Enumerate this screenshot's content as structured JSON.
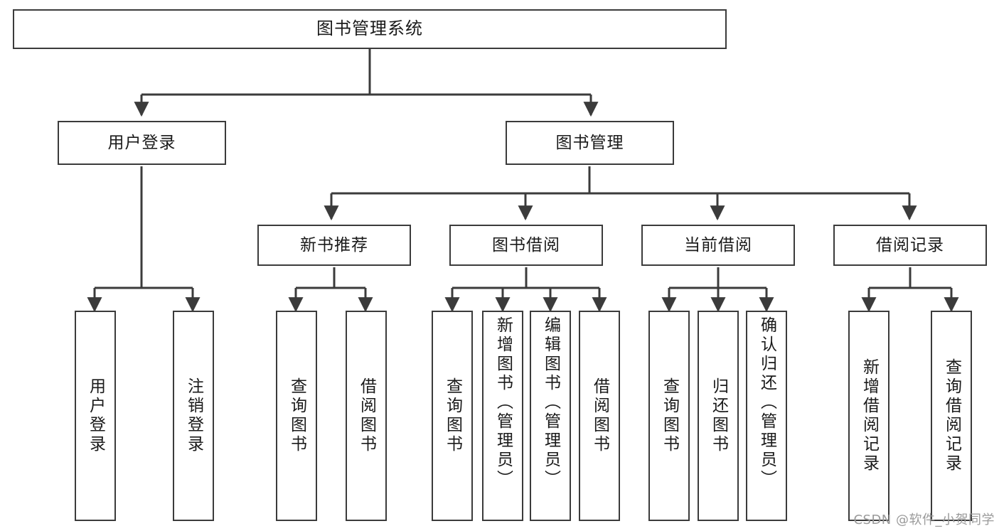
{
  "diagram": {
    "type": "tree-hierarchy-chart",
    "title": "图书管理系统",
    "line_color": "#3b3b3b",
    "box_fill": "#ffffff",
    "text_color": "#1a1a1a",
    "root": {
      "label": "图书管理系统"
    },
    "level1": [
      {
        "label": "用户登录"
      },
      {
        "label": "图书管理"
      }
    ],
    "level2": [
      {
        "label": "新书推荐"
      },
      {
        "label": "图书借阅"
      },
      {
        "label": "当前借阅"
      },
      {
        "label": "借阅记录"
      }
    ],
    "leaves": {
      "user_login": [
        {
          "label": "用户登录"
        },
        {
          "label": "注销登录"
        }
      ],
      "new_book_recommend": [
        {
          "label": "查询图书"
        },
        {
          "label": "借阅图书"
        }
      ],
      "book_borrow": [
        {
          "label": "查询图书"
        },
        {
          "label": "新增图书（管理员）"
        },
        {
          "label": "编辑图书（管理员）"
        },
        {
          "label": "借阅图书"
        }
      ],
      "current_borrow": [
        {
          "label": "查询图书"
        },
        {
          "label": "归还图书"
        },
        {
          "label": "确认归还（管理员）"
        }
      ],
      "borrow_record": [
        {
          "label": "新增借阅记录"
        },
        {
          "label": "查询借阅记录"
        }
      ]
    }
  },
  "watermark": {
    "text": "CSDN @软件_小贺同学"
  }
}
